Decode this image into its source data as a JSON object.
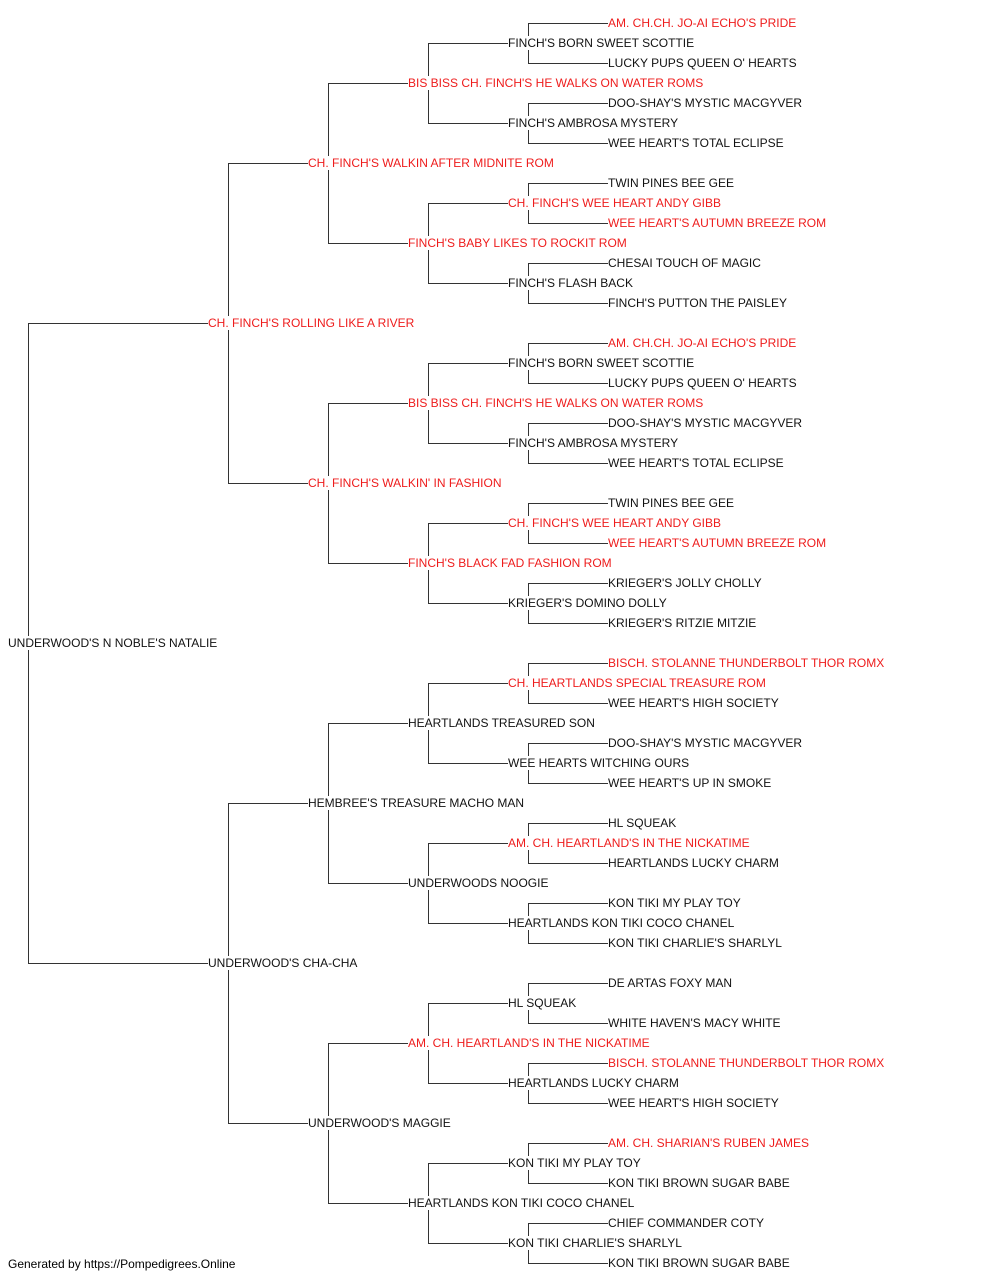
{
  "colors": {
    "champion": "#ee1c1c",
    "normal": "#111111",
    "line": "#333333"
  },
  "footer": "Generated by https://Pompedigrees.Online",
  "nodes": [
    {
      "name": "UNDERWOOD'S N NOBLE'S NATALIE",
      "gen": 0,
      "champion": false
    },
    {
      "name": "CH. FINCH'S ROLLING LIKE A RIVER",
      "gen": 1,
      "champion": true
    },
    {
      "name": "UNDERWOOD'S CHA-CHA",
      "gen": 1,
      "champion": false
    },
    {
      "name": "CH. FINCH'S WALKIN AFTER MIDNITE ROM",
      "gen": 2,
      "champion": true
    },
    {
      "name": "CH. FINCH'S WALKIN' IN FASHION",
      "gen": 2,
      "champion": true
    },
    {
      "name": "HEMBREE'S TREASURE MACHO MAN",
      "gen": 2,
      "champion": false
    },
    {
      "name": "UNDERWOOD'S MAGGIE",
      "gen": 2,
      "champion": false
    },
    {
      "name": "BIS BISS CH. FINCH'S HE WALKS ON WATER ROMS",
      "gen": 3,
      "champion": true
    },
    {
      "name": "FINCH'S BABY LIKES TO ROCKIT ROM",
      "gen": 3,
      "champion": true
    },
    {
      "name": "BIS BISS CH. FINCH'S HE WALKS ON WATER ROMS",
      "gen": 3,
      "champion": true
    },
    {
      "name": "FINCH'S BLACK FAD FASHION ROM",
      "gen": 3,
      "champion": true
    },
    {
      "name": "HEARTLANDS TREASURED SON",
      "gen": 3,
      "champion": false
    },
    {
      "name": "UNDERWOODS NOOGIE",
      "gen": 3,
      "champion": false
    },
    {
      "name": "AM. CH. HEARTLAND'S IN THE NICKATIME",
      "gen": 3,
      "champion": true
    },
    {
      "name": "HEARTLANDS KON TIKI COCO CHANEL",
      "gen": 3,
      "champion": false
    },
    {
      "name": "FINCH'S BORN SWEET SCOTTIE",
      "gen": 4,
      "champion": false
    },
    {
      "name": "FINCH'S AMBROSA MYSTERY",
      "gen": 4,
      "champion": false
    },
    {
      "name": "CH. FINCH'S WEE HEART ANDY GIBB",
      "gen": 4,
      "champion": true
    },
    {
      "name": "FINCH'S FLASH BACK",
      "gen": 4,
      "champion": false
    },
    {
      "name": "FINCH'S BORN SWEET SCOTTIE",
      "gen": 4,
      "champion": false
    },
    {
      "name": "FINCH'S AMBROSA MYSTERY",
      "gen": 4,
      "champion": false
    },
    {
      "name": "CH. FINCH'S WEE HEART ANDY GIBB",
      "gen": 4,
      "champion": true
    },
    {
      "name": "KRIEGER'S DOMINO DOLLY",
      "gen": 4,
      "champion": false
    },
    {
      "name": "CH. HEARTLANDS SPECIAL TREASURE ROM",
      "gen": 4,
      "champion": true
    },
    {
      "name": "WEE HEARTS WITCHING OURS",
      "gen": 4,
      "champion": false
    },
    {
      "name": "AM. CH. HEARTLAND'S IN THE NICKATIME",
      "gen": 4,
      "champion": true
    },
    {
      "name": "HEARTLANDS KON TIKI COCO CHANEL",
      "gen": 4,
      "champion": false
    },
    {
      "name": "HL SQUEAK",
      "gen": 4,
      "champion": false
    },
    {
      "name": "HEARTLANDS LUCKY CHARM",
      "gen": 4,
      "champion": false
    },
    {
      "name": "KON TIKI MY PLAY TOY",
      "gen": 4,
      "champion": false
    },
    {
      "name": "KON TIKI CHARLIE'S SHARLYL",
      "gen": 4,
      "champion": false
    },
    {
      "name": "AM. CH.CH. JO-AI ECHO'S PRIDE",
      "gen": 5,
      "champion": true
    },
    {
      "name": "LUCKY PUPS QUEEN O' HEARTS",
      "gen": 5,
      "champion": false
    },
    {
      "name": "DOO-SHAY'S MYSTIC MACGYVER",
      "gen": 5,
      "champion": false
    },
    {
      "name": "WEE HEART'S TOTAL ECLIPSE",
      "gen": 5,
      "champion": false
    },
    {
      "name": "TWIN PINES BEE GEE",
      "gen": 5,
      "champion": false
    },
    {
      "name": "WEE HEART'S AUTUMN BREEZE ROM",
      "gen": 5,
      "champion": true
    },
    {
      "name": "CHESAI TOUCH OF MAGIC",
      "gen": 5,
      "champion": false
    },
    {
      "name": "FINCH'S PUTTON THE PAISLEY",
      "gen": 5,
      "champion": false
    },
    {
      "name": "AM. CH.CH. JO-AI ECHO'S PRIDE",
      "gen": 5,
      "champion": true
    },
    {
      "name": "LUCKY PUPS QUEEN O' HEARTS",
      "gen": 5,
      "champion": false
    },
    {
      "name": "DOO-SHAY'S MYSTIC MACGYVER",
      "gen": 5,
      "champion": false
    },
    {
      "name": "WEE HEART'S TOTAL ECLIPSE",
      "gen": 5,
      "champion": false
    },
    {
      "name": "TWIN PINES BEE GEE",
      "gen": 5,
      "champion": false
    },
    {
      "name": "WEE HEART'S AUTUMN BREEZE ROM",
      "gen": 5,
      "champion": true
    },
    {
      "name": "KRIEGER'S JOLLY CHOLLY",
      "gen": 5,
      "champion": false
    },
    {
      "name": "KRIEGER'S RITZIE MITZIE",
      "gen": 5,
      "champion": false
    },
    {
      "name": "BISCH. STOLANNE THUNDERBOLT THOR ROMX",
      "gen": 5,
      "champion": true
    },
    {
      "name": "WEE HEART'S HIGH SOCIETY",
      "gen": 5,
      "champion": false
    },
    {
      "name": "DOO-SHAY'S MYSTIC MACGYVER",
      "gen": 5,
      "champion": false
    },
    {
      "name": "WEE HEART'S UP IN SMOKE",
      "gen": 5,
      "champion": false
    },
    {
      "name": "HL SQUEAK",
      "gen": 5,
      "champion": false
    },
    {
      "name": "HEARTLANDS LUCKY CHARM",
      "gen": 5,
      "champion": false
    },
    {
      "name": "KON TIKI MY PLAY TOY",
      "gen": 5,
      "champion": false
    },
    {
      "name": "KON TIKI CHARLIE'S SHARLYL",
      "gen": 5,
      "champion": false
    },
    {
      "name": "DE ARTAS FOXY MAN",
      "gen": 5,
      "champion": false
    },
    {
      "name": "WHITE HAVEN'S MACY WHITE",
      "gen": 5,
      "champion": false
    },
    {
      "name": "BISCH. STOLANNE THUNDERBOLT THOR ROMX",
      "gen": 5,
      "champion": true
    },
    {
      "name": "WEE HEART'S HIGH SOCIETY",
      "gen": 5,
      "champion": false
    },
    {
      "name": "AM. CH. SHARIAN'S RUBEN JAMES",
      "gen": 5,
      "champion": true
    },
    {
      "name": "KON TIKI BROWN SUGAR BABE",
      "gen": 5,
      "champion": false
    },
    {
      "name": "CHIEF COMMANDER COTY",
      "gen": 5,
      "champion": false
    },
    {
      "name": "KON TIKI BROWN SUGAR BABE",
      "gen": 5,
      "champion": false
    }
  ]
}
